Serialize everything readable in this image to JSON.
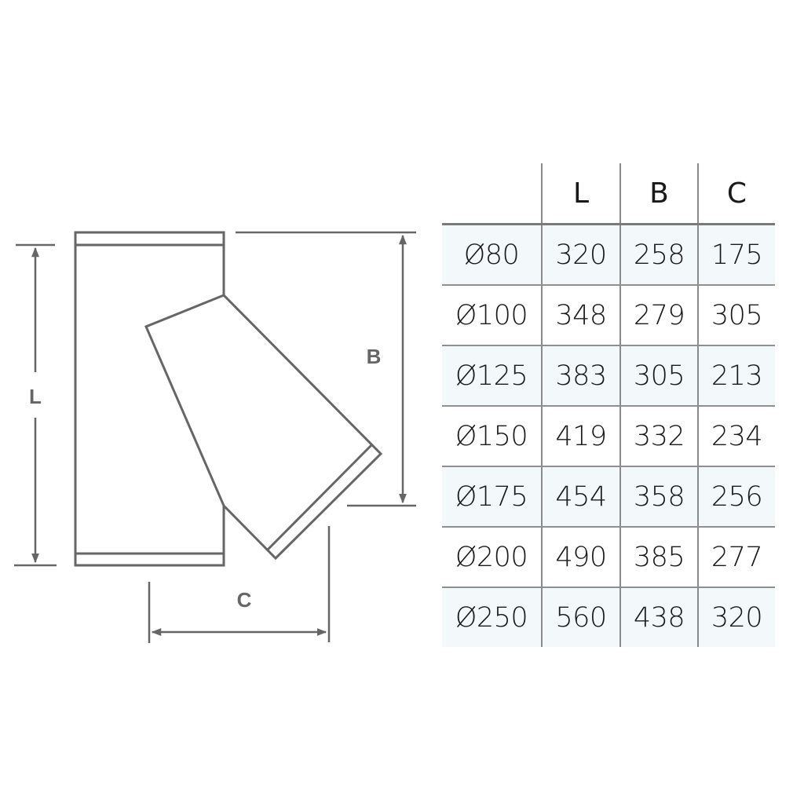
{
  "diagram": {
    "title": "45° pipe branch (Y-tee) dimension drawing",
    "line_color": "#666666",
    "labels": {
      "L": "L",
      "B": "B",
      "C": "C"
    }
  },
  "table": {
    "headers": [
      "",
      "L",
      "B",
      "C"
    ],
    "row_shading": "#f3f8fb",
    "border_color": "#8a8a8a",
    "rows": [
      {
        "diameter": "Ø80",
        "L": "320",
        "B": "258",
        "C": "175"
      },
      {
        "diameter": "Ø100",
        "L": "348",
        "B": "279",
        "C": "305"
      },
      {
        "diameter": "Ø125",
        "L": "383",
        "B": "305",
        "C": "213"
      },
      {
        "diameter": "Ø150",
        "L": "419",
        "B": "332",
        "C": "234"
      },
      {
        "diameter": "Ø175",
        "L": "454",
        "B": "358",
        "C": "256"
      },
      {
        "diameter": "Ø200",
        "L": "490",
        "B": "385",
        "C": "277"
      },
      {
        "diameter": "Ø250",
        "L": "560",
        "B": "438",
        "C": "320"
      }
    ]
  }
}
